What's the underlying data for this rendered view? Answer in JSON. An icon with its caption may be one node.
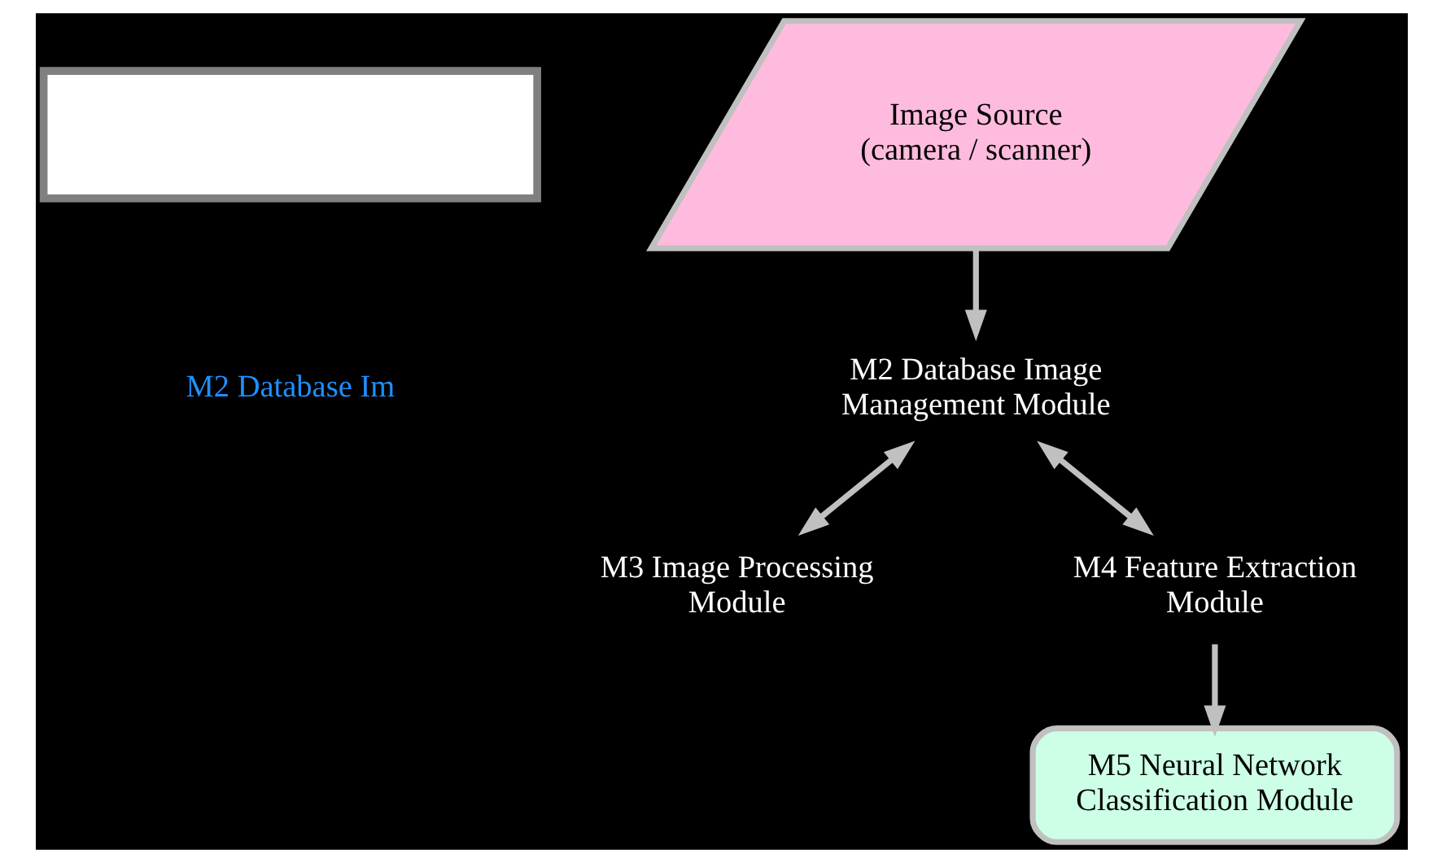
{
  "diagram": {
    "nodes": [
      {
        "text": [],
        "shape": "box"
      },
      {
        "text": [
          "Image Source",
          "(camera / scanner)"
        ]
      },
      {
        "text": [
          "M2 Database Image Management Module"
        ]
      },
      {
        "text": [
          "M3 Image Processing Module"
        ]
      },
      {
        "text": [
          "M4 Feature Extraction Module"
        ]
      },
      {
        "text": [
          "M5 Neural Network Classification Module"
        ]
      }
    ],
    "edges": [
      {
        "from": 1,
        "to": 2,
        "arrow": "to"
      },
      {
        "from": 2,
        "to": 3,
        "arrow": "both"
      },
      {
        "from": 2,
        "to": 4,
        "arrow": "both"
      },
      {
        "from": 4,
        "to": 5,
        "arrow": "to"
      }
    ],
    "labels": [
      "M2 Database Im"
    ]
  }
}
